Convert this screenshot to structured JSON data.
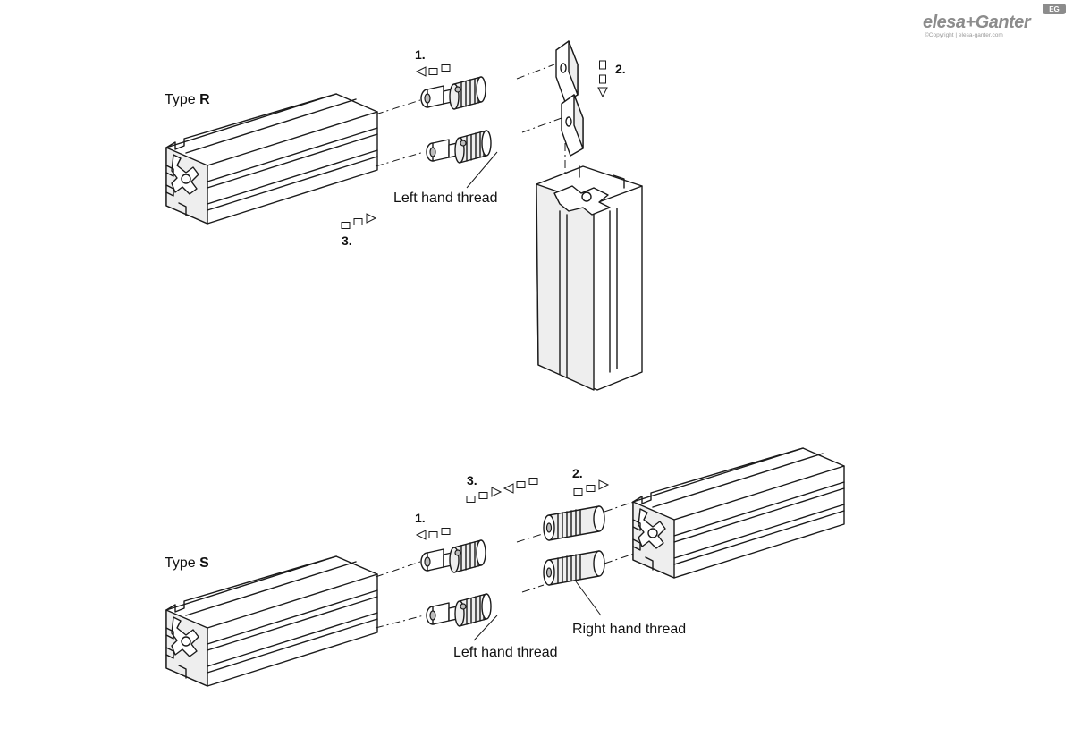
{
  "brand": {
    "logo_text": "elesa+Ganter",
    "copyright": "©Copyright | elesa-ganter.com",
    "badge": "EG"
  },
  "type_r": {
    "label_prefix": "Type",
    "label_letter": "R",
    "step1": "1.",
    "step2": "2.",
    "step3": "3.",
    "left_thread": "Left hand thread"
  },
  "type_s": {
    "label_prefix": "Type",
    "label_letter": "S",
    "step1": "1.",
    "step2": "2.",
    "step3": "3.",
    "left_thread": "Left hand thread",
    "right_thread": "Right hand thread"
  }
}
